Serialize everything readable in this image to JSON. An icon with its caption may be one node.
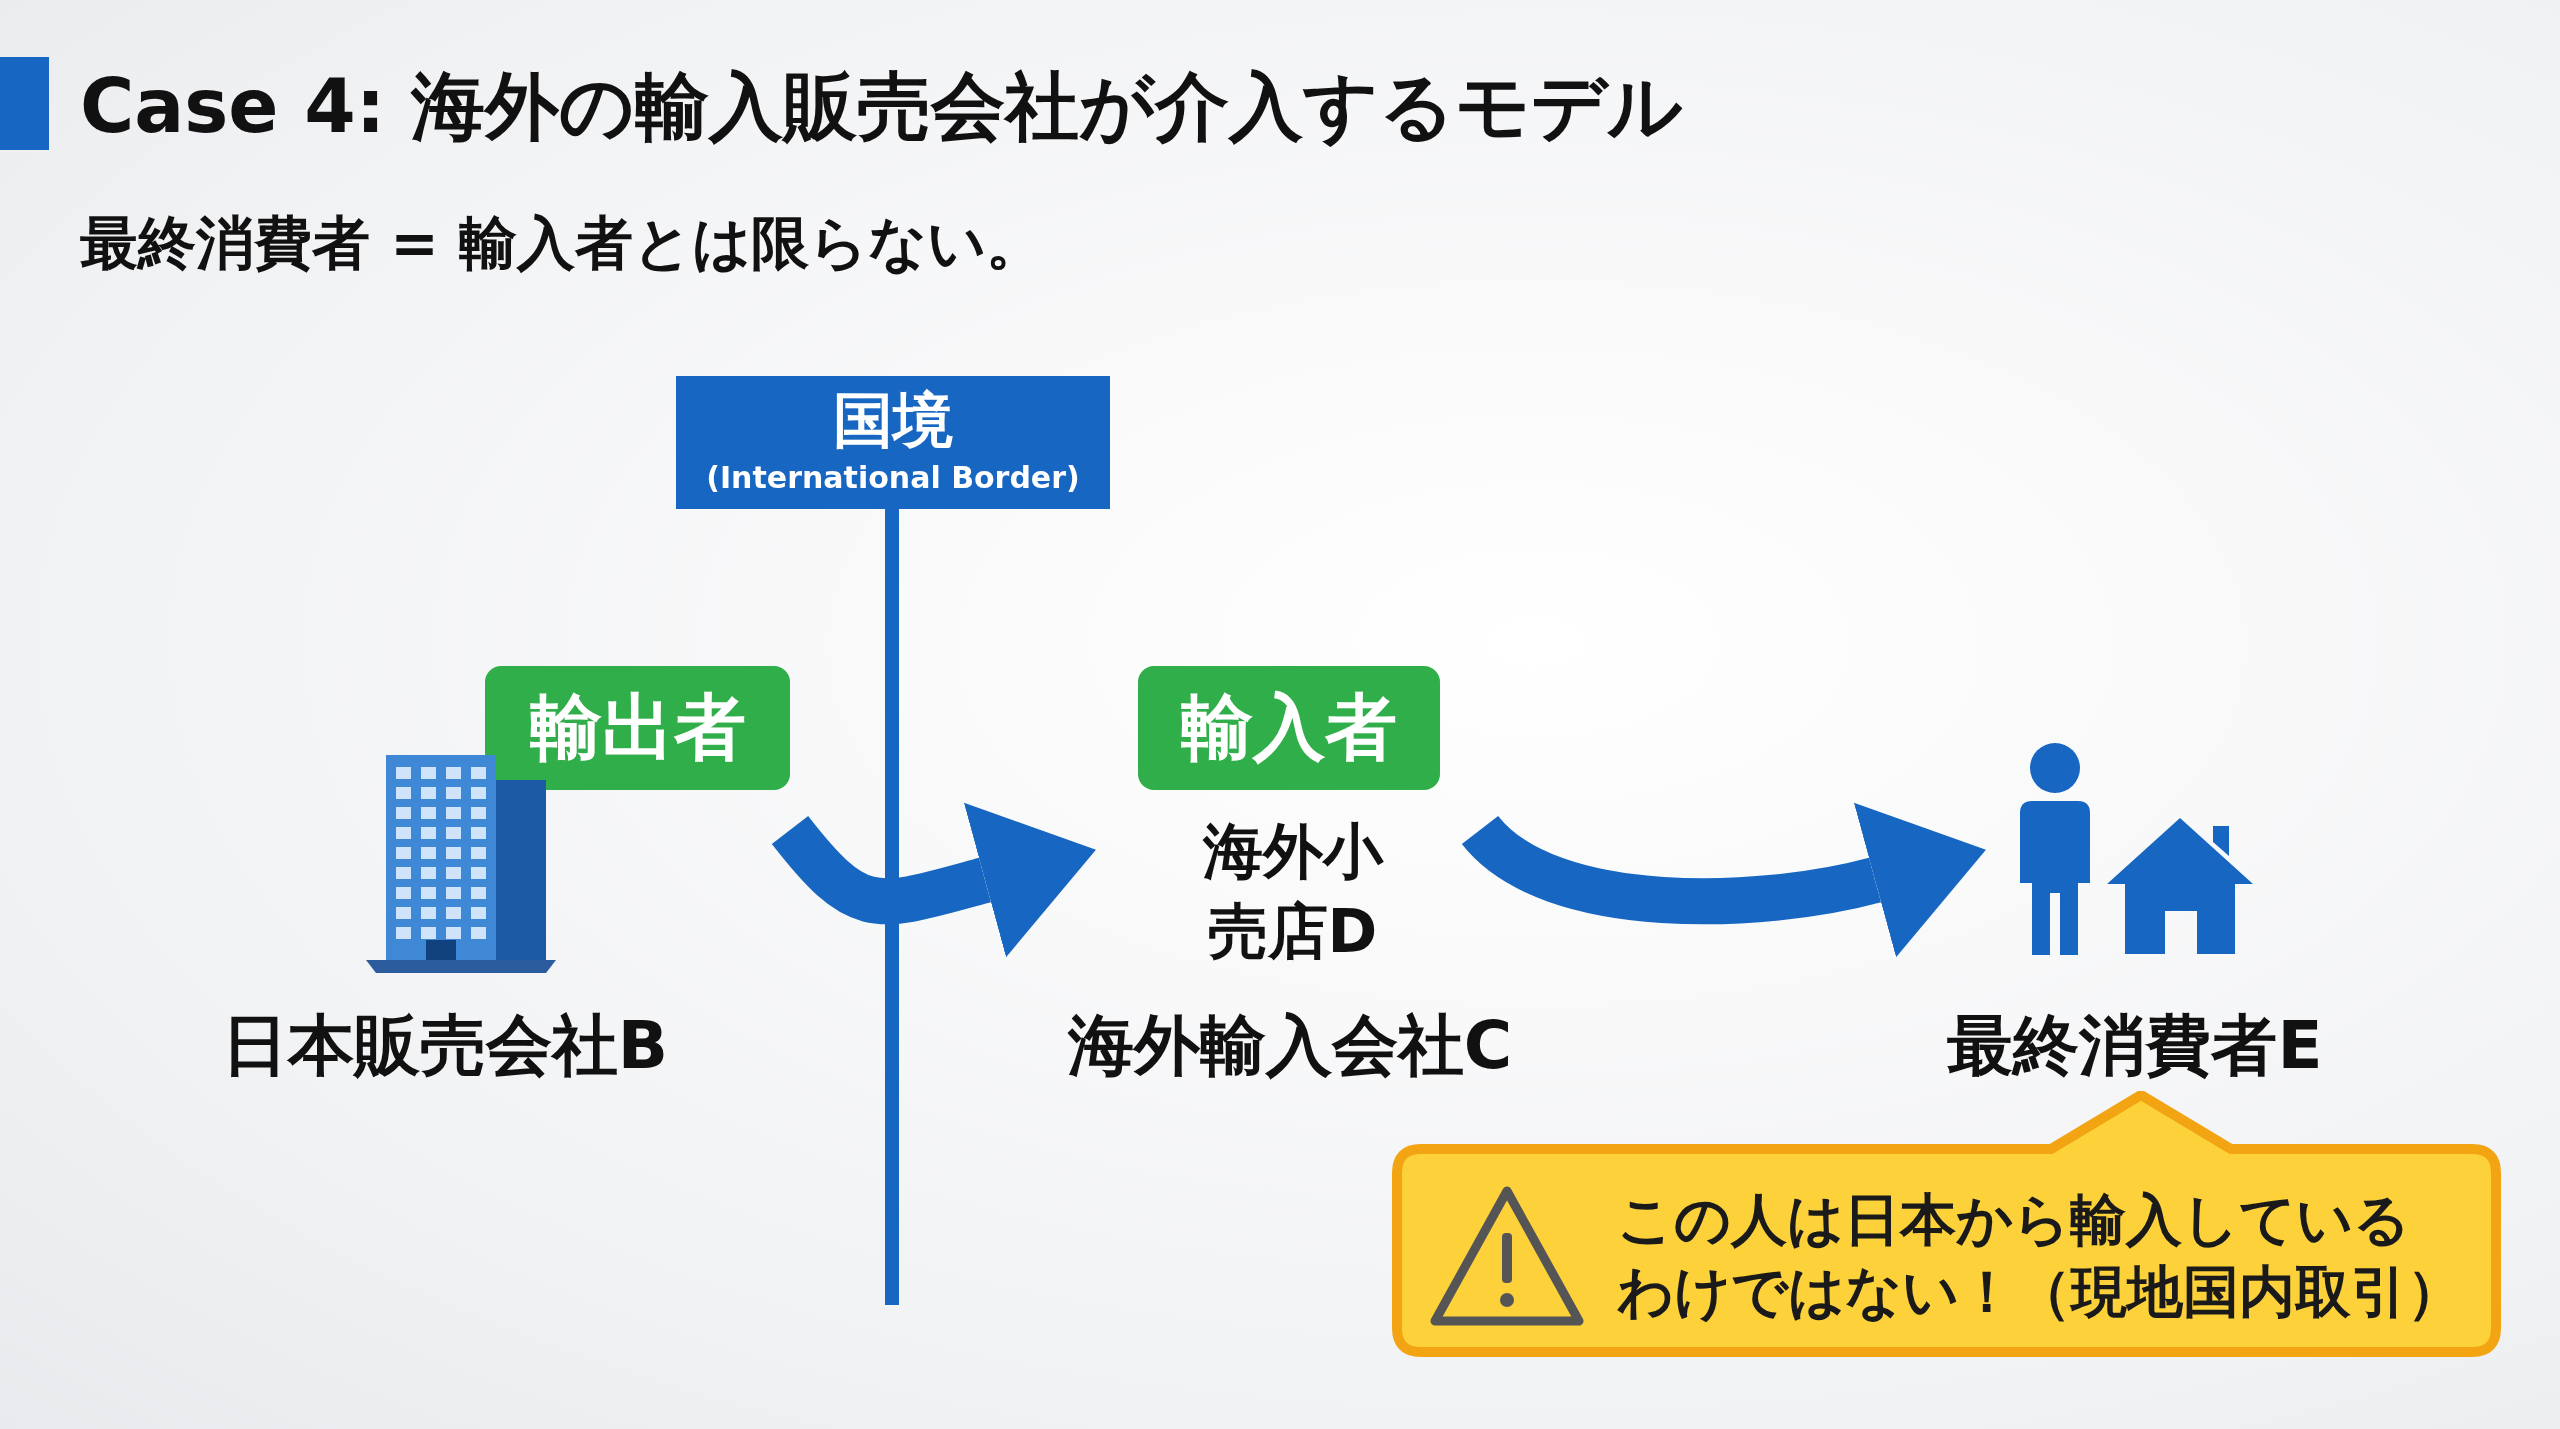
{
  "diagram": {
    "title": "Case 4: 海外の輸入販売会社が介入するモデル",
    "nodes": [
      {
        "text": [
          "国境",
          "(International Border)"
        ]
      },
      {
        "text": [
          "輸出者"
        ],
        "beside": [
          "日本販売会社B"
        ]
      },
      {
        "text": [
          "輸入者"
        ],
        "beside": [
          "海外小売店D",
          "海外輸入会社C"
        ]
      },
      {
        "text": [
          "最終消費者E"
        ]
      },
      {
        "text": [
          "この人は日本から輸入しているわけではない！（現地国内取引）"
        ]
      }
    ],
    "edges": [
      {
        "from": 1,
        "to": 2,
        "arrow": "to"
      },
      {
        "from": 2,
        "to": 3,
        "arrow": "to"
      }
    ],
    "labels": [
      "最終消費者 = 輸入者とは限らない。"
    ]
  }
}
